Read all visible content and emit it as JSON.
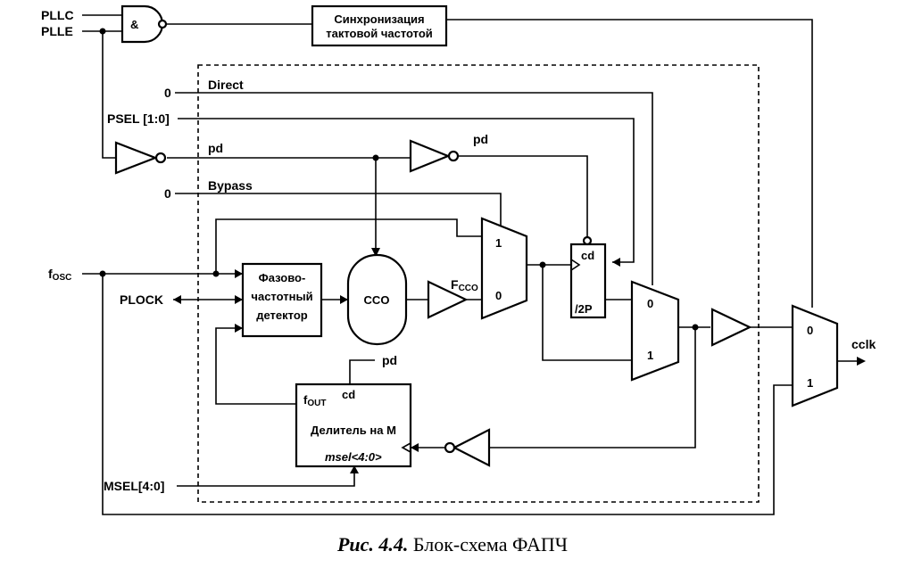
{
  "inputs": {
    "pllc": "PLLC",
    "plle": "PLLE",
    "direct_value": "0",
    "direct": "Direct",
    "psel": "PSEL [1:0]",
    "pd": "pd",
    "bypass_value": "0",
    "bypass": "Bypass",
    "fosc": "f",
    "fosc_sub": "OSC",
    "plock": "PLOCK",
    "msel": "MSEL[4:0]"
  },
  "blocks": {
    "and_gate": "&",
    "sync_line1": "Синхронизация",
    "sync_line2": "тактовой частотой",
    "pfd_line1": "Фазово-",
    "pfd_line2": "частотный",
    "pfd_line3": "детектор",
    "cco": "CCO",
    "fcco": "F",
    "fcco_sub": "CCO",
    "mux1_in1": "1",
    "mux1_in0": "0",
    "div2p_cd": "cd",
    "div2p_label": "/2P",
    "mux2_in0": "0",
    "mux2_in1": "1",
    "mux3_in0": "0",
    "mux3_in1": "1",
    "cclk": "cclk",
    "divm_pd": "pd",
    "divm_cd": "cd",
    "divm_fout": "f",
    "divm_fout_sub": "OUT",
    "divm_label": "Делитель на М",
    "divm_msel": "msel<4:0>"
  },
  "caption": {
    "number": "Рис. 4.4.",
    "text": "Блок-схема ФАПЧ"
  }
}
